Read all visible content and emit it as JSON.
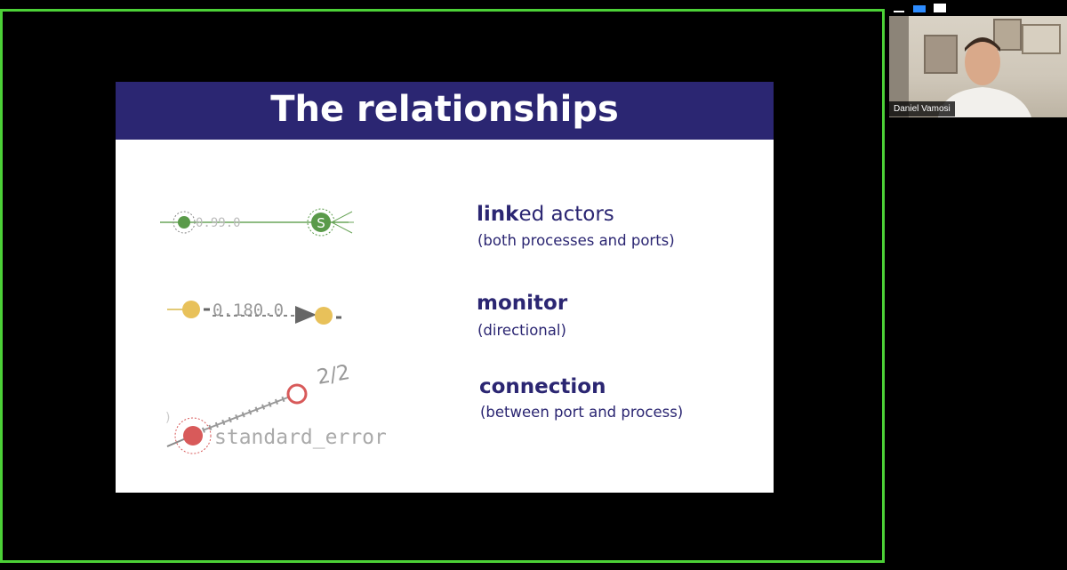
{
  "slide": {
    "title": "The relationships",
    "rows": [
      {
        "heading_bold": "link",
        "heading_rest": "ed actors",
        "subtitle": "(both processes and ports)"
      },
      {
        "heading_bold": "monitor",
        "heading_rest": "",
        "subtitle": "(directional)"
      },
      {
        "heading_bold": "connection",
        "heading_rest": "",
        "subtitle": "(between port and process)"
      }
    ],
    "diagrams": {
      "link": {
        "left_label": "0.99.0",
        "node_letter": "S"
      },
      "monitor": {
        "label": "0.180.0"
      },
      "connection": {
        "count_label": "2/2",
        "port_label": "standard_error"
      }
    }
  },
  "participant": {
    "name": "Daniel Vamosi"
  },
  "colors": {
    "share_border": "#4cd137",
    "header_bg": "#2b2672",
    "link_green": "#5a9a4a",
    "monitor_yellow": "#e8c15a",
    "connection_red": "#d85a5a"
  }
}
